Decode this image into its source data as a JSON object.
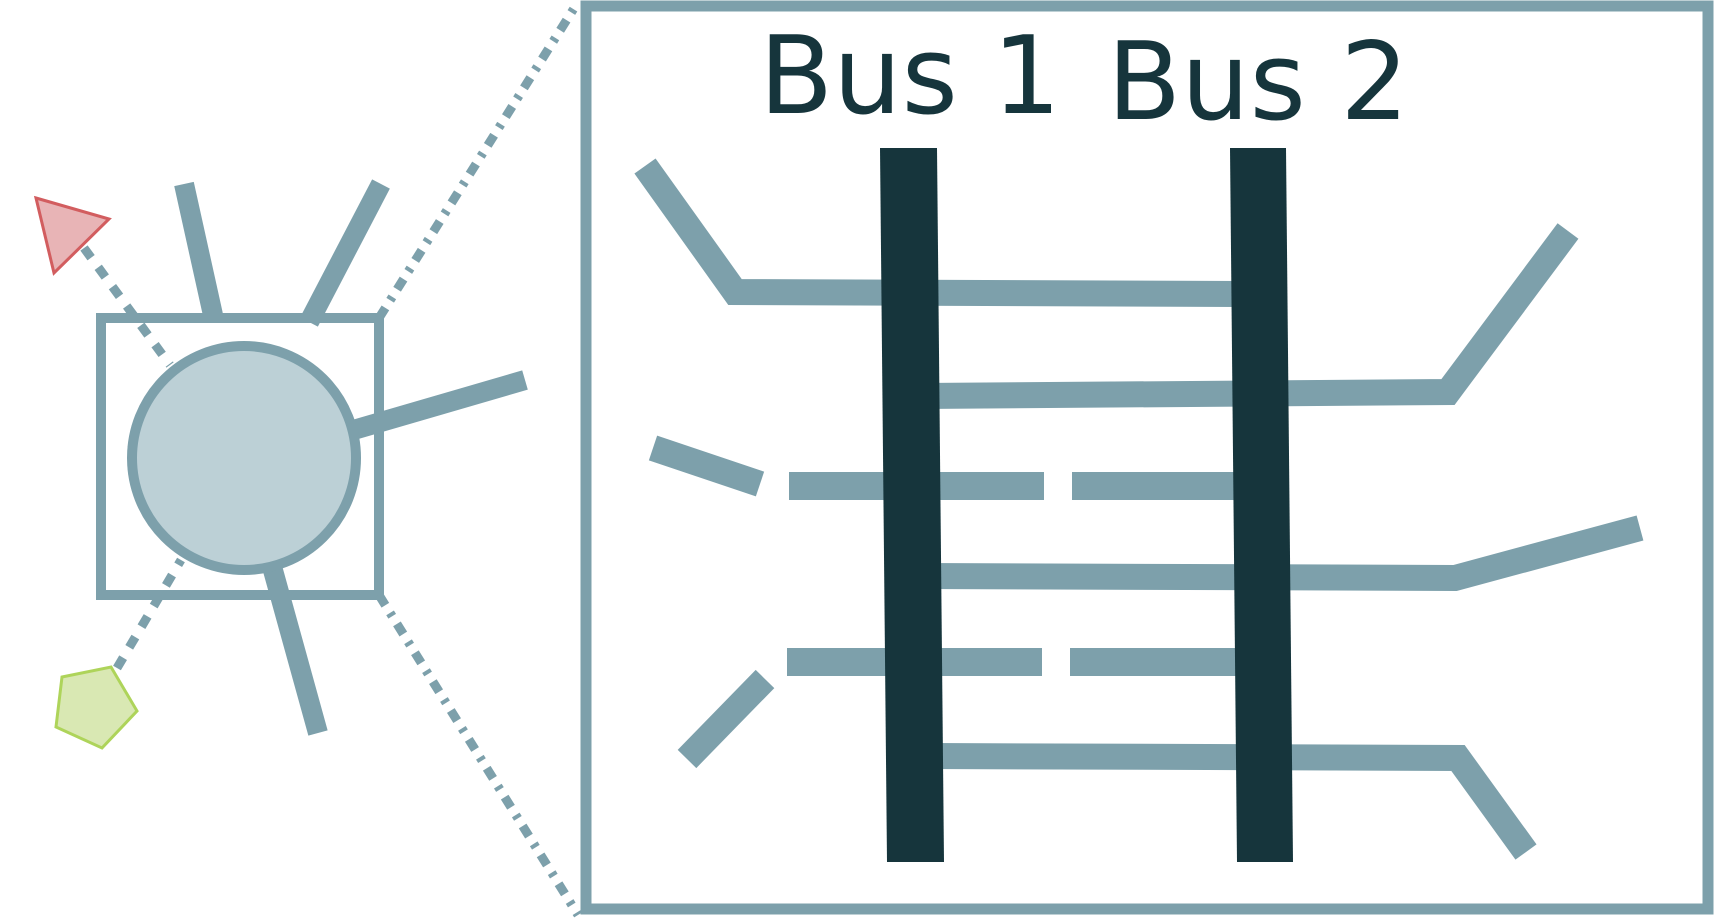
{
  "diagram": {
    "colors": {
      "line": "#7da0ab",
      "bus": "#16353c",
      "circle_fill": "#bcd0d6",
      "triangle_fill": "#e8b4b6",
      "triangle_stroke": "#d25d5f",
      "pentagon_fill": "#d9e8b3",
      "pentagon_stroke": "#aed45a",
      "background": "#ffffff"
    },
    "bus_labels": {
      "bus1": "Bus 1",
      "bus2": "Bus 2"
    },
    "icons": {
      "triangle": "triangle-marker",
      "pentagon": "pentagon-marker",
      "circle": "substation-circle"
    }
  }
}
